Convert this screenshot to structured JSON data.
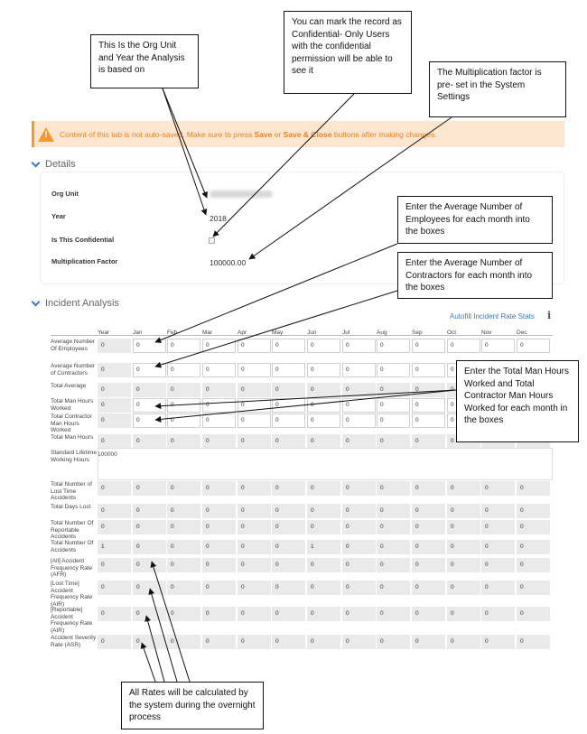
{
  "banner": {
    "before": "Content of this tab is not auto-saved. Make sure to press ",
    "save": "Save",
    "or": " or ",
    "save_close": "Save & Close",
    "after": " buttons after making changes."
  },
  "details": {
    "title": "Details",
    "fields": [
      {
        "label": "Org Unit",
        "value": ""
      },
      {
        "label": "Year",
        "value": "2018"
      },
      {
        "label": "Is This Confidential",
        "value": ""
      },
      {
        "label": "Multiplication Factor",
        "value": "100000.00"
      }
    ]
  },
  "incident": {
    "title": "Incident Analysis",
    "autofill_label": "Autofill Incident Rate Stats",
    "columns": [
      "Year",
      "Jan",
      "Feb",
      "Mar",
      "Apr",
      "May",
      "Jun",
      "Jul",
      "Aug",
      "Sep",
      "Oct",
      "Nov",
      "Dec"
    ],
    "rows": [
      {
        "label": "Average Number Of Employees",
        "year": "0",
        "months": [
          "0",
          "0",
          "0",
          "0",
          "0",
          "0",
          "0",
          "0",
          "0",
          "0",
          "0",
          "0"
        ],
        "editable": true
      },
      {
        "label": "Average Number of Contractors",
        "year": "0",
        "months": [
          "0",
          "0",
          "0",
          "0",
          "0",
          "0",
          "0",
          "0",
          "0",
          "0",
          "0",
          "0"
        ],
        "editable": true
      },
      {
        "label": "Total Average",
        "year": "0",
        "months": [
          "0",
          "0",
          "0",
          "0",
          "0",
          "0",
          "0",
          "0",
          "0",
          "0",
          "0",
          "0"
        ],
        "editable": false
      },
      {
        "label": "Total Man Hours Worked",
        "year": "0",
        "months": [
          "0",
          "0",
          "0",
          "0",
          "0",
          "0",
          "0",
          "0",
          "0",
          "0",
          "0",
          "0"
        ],
        "editable": true
      },
      {
        "label": "Total Contractor Man Hours Worked",
        "year": "0",
        "months": [
          "0",
          "0",
          "0",
          "0",
          "0",
          "0",
          "0",
          "0",
          "0",
          "0",
          "0",
          "0"
        ],
        "editable": true
      },
      {
        "label": "Total Man Hours",
        "year": "0",
        "months": [
          "0",
          "0",
          "0",
          "0",
          "0",
          "0",
          "0",
          "0",
          "0",
          "0",
          "0",
          "0"
        ],
        "editable": false
      },
      {
        "label": "Standard Lifetime Working Hours",
        "year": "100000",
        "months": [],
        "editable": false
      },
      {
        "label": "Total Number of Lost Time Accidents",
        "year": "0",
        "months": [
          "0",
          "0",
          "0",
          "0",
          "0",
          "0",
          "0",
          "0",
          "0",
          "0",
          "0",
          "0"
        ],
        "editable": false
      },
      {
        "label": "Total Days Lost",
        "year": "0",
        "months": [
          "0",
          "0",
          "0",
          "0",
          "0",
          "0",
          "0",
          "0",
          "0",
          "0",
          "0",
          "0"
        ],
        "editable": false
      },
      {
        "label": "Total Number Of Reportable Accidents",
        "year": "0",
        "months": [
          "0",
          "0",
          "0",
          "0",
          "0",
          "0",
          "0",
          "0",
          "0",
          "0",
          "0",
          "0"
        ],
        "editable": false
      },
      {
        "label": "Total Number Of Accidents",
        "year": "1",
        "months": [
          "0",
          "0",
          "0",
          "0",
          "0",
          "1",
          "0",
          "0",
          "0",
          "0",
          "0",
          "0"
        ],
        "editable": false
      },
      {
        "label": "[All] Accident Frequency Rate (AFR)",
        "year": "0",
        "months": [
          "0",
          "0",
          "0",
          "0",
          "0",
          "0",
          "0",
          "0",
          "0",
          "0",
          "0",
          "0"
        ],
        "editable": false
      },
      {
        "label": "[Lost Time] Accident Frequency Rate (AIR)",
        "year": "0",
        "months": [
          "0",
          "0",
          "0",
          "0",
          "0",
          "0",
          "0",
          "0",
          "0",
          "0",
          "0",
          "0"
        ],
        "editable": false
      },
      {
        "label": "[Reportable] Accident Frequency Rate (AIR)",
        "year": "0",
        "months": [
          "0",
          "0",
          "0",
          "0",
          "0",
          "0",
          "0",
          "0",
          "0",
          "0",
          "0",
          "0"
        ],
        "editable": false
      },
      {
        "label": "Accident Severity Rate (ASR)",
        "year": "0",
        "months": [
          "0",
          "0",
          "0",
          "0",
          "0",
          "0",
          "0",
          "0",
          "0",
          "0",
          "0",
          "0"
        ],
        "editable": false
      }
    ]
  },
  "callouts": {
    "org_unit": "This Is the Org Unit and Year the Analysis is based on",
    "confidential": "You can mark the record as Confidential- Only Users with the confidential permission will be able to see it",
    "multiplication": "The Multiplication factor is pre- set in the System Settings",
    "employees": "Enter the Average Number of Employees for each month into the boxes",
    "contractors": "Enter the Average Number of Contractors for each month into the boxes",
    "man_hours": "Enter the Total Man Hours Worked and Total Contractor Man Hours Worked for each month in the boxes",
    "rates": "All Rates will be calculated by the system during the overnight process"
  },
  "colors": {
    "accent": "#3a7cc1",
    "warning": "#f39a2e",
    "warning_bg": "#fde6cf",
    "readonly_bg": "#eaeaea"
  }
}
